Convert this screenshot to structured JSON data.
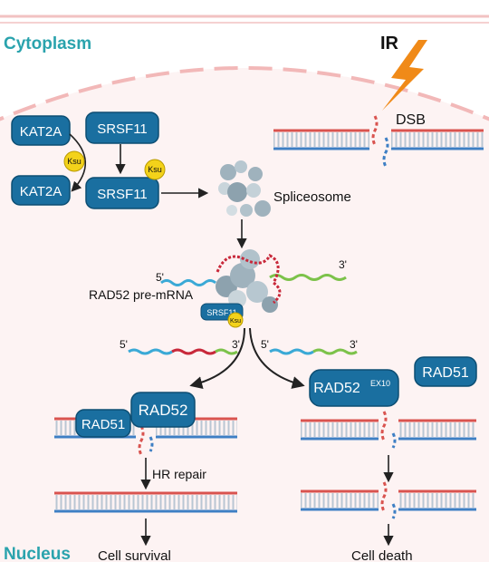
{
  "regions": {
    "top": "Cytoplasm",
    "bottom": "Nucleus"
  },
  "stimulus": {
    "radiation": "IR",
    "damage": "DSB"
  },
  "proteins": {
    "kat2a_top": "KAT2A",
    "kat2a_bottom": "KAT2A",
    "srsf11_top": "SRSF11",
    "srsf11_bottom": "SRSF11",
    "srsf11_small": "SRSF11",
    "rad51_left": "RAD51",
    "rad52_left": "RAD52",
    "rad51_right": "RAD51",
    "rad52_variant_main": "RAD52",
    "rad52_variant_sup": "EX10"
  },
  "modifications": {
    "ksu_1": "Ksu",
    "ksu_2": "Ksu",
    "ksu_3": "Ksu"
  },
  "complexes": {
    "spliceosome": "Spliceosome"
  },
  "transcripts": {
    "premrna_label": "RAD52 pre-mRNA",
    "premrna_5": "5'",
    "premrna_3": "3'",
    "left_5": "5'",
    "left_3": "3'",
    "right_5": "5'",
    "right_3": "3'"
  },
  "processes": {
    "repair": "HR repair"
  },
  "outcomes": {
    "survival": "Cell survival",
    "death": "Cell death"
  },
  "colors": {
    "protein_fill": "#1a6fa0",
    "protein_stroke": "#0d4e73",
    "ksu_fill": "#f3d21a",
    "dna_top": "#d9534f",
    "dna_bottom": "#3e7fc4",
    "rung": "#b9c6d3",
    "bolt": "#f08a18",
    "region_label": "#2aa3ad",
    "nuclear_envelope": "#f2c2c2",
    "nucleus_bg": "#fdf3f3",
    "rna_red": "#c8283a",
    "rna_blue": "#3aa9d6",
    "rna_green": "#7cc24a",
    "spliceosome": "#9fb2bd"
  }
}
